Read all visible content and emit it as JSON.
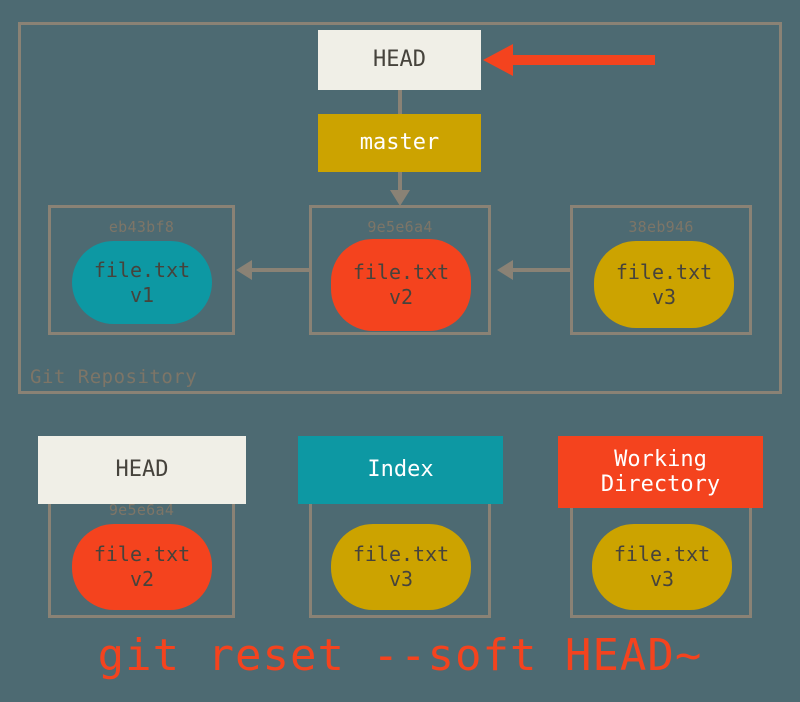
{
  "background_color": "#4d6a72",
  "palette": {
    "cream": "#f0efe7",
    "gold": "#cca300",
    "teal": "#0d98a3",
    "red": "#f4431e",
    "frame_gray": "#8a8275",
    "text_dark": "#46433c"
  },
  "repository": {
    "label": "Git Repository",
    "head_box": {
      "label": "HEAD",
      "color": "#f0efe7"
    },
    "branch_box": {
      "label": "master",
      "color": "#cca300"
    },
    "commits": [
      {
        "hash": "eb43bf8",
        "file": "file.txt",
        "version": "v1",
        "color": "#0d98a3"
      },
      {
        "hash": "9e5e6a4",
        "file": "file.txt",
        "version": "v2",
        "color": "#f4431e"
      },
      {
        "hash": "38eb946",
        "file": "file.txt",
        "version": "v3",
        "color": "#cca300"
      }
    ]
  },
  "callout": {
    "target": "HEAD",
    "color": "#f4431e",
    "direction": "left"
  },
  "areas": [
    {
      "title": "HEAD",
      "title_color": "#f0efe7",
      "hash": "9e5e6a4",
      "file": "file.txt",
      "version": "v2",
      "blob_color": "#f4431e"
    },
    {
      "title": "Index",
      "title_color": "#0d98a3",
      "hash": "",
      "file": "file.txt",
      "version": "v3",
      "blob_color": "#cca300"
    },
    {
      "title": "Working\nDirectory",
      "title_color": "#f4431e",
      "hash": "",
      "file": "file.txt",
      "version": "v3",
      "blob_color": "#cca300"
    }
  ],
  "caption": "git reset --soft HEAD~"
}
